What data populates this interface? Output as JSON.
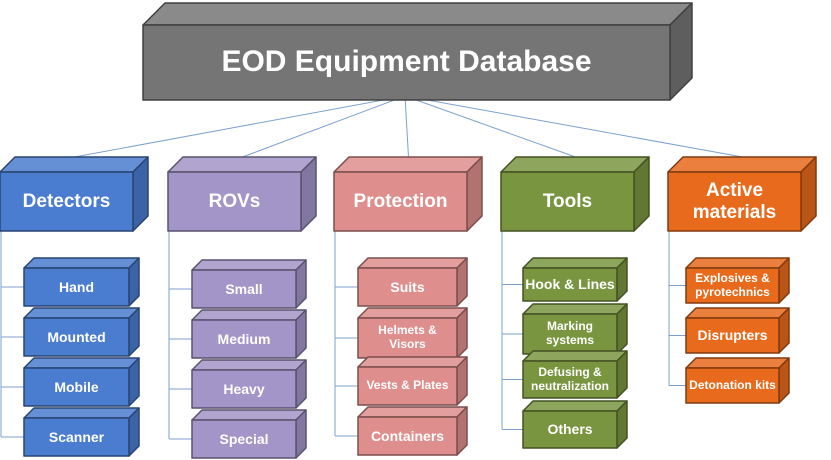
{
  "title": "EOD Equipment Database",
  "colors": {
    "title": "#757575",
    "Detectors": "#4a7ccf",
    "ROVs": "#a395c8",
    "Protection": "#de8e8c",
    "Tools": "#79953f",
    "Active materials": "#e86a1c",
    "connector": "#7ba2cf"
  },
  "categories": [
    {
      "label": "Detectors",
      "items": [
        "Hand",
        "Mounted",
        "Mobile",
        "Scanner"
      ]
    },
    {
      "label": "ROVs",
      "items": [
        "Small",
        "Medium",
        "Heavy",
        "Special"
      ]
    },
    {
      "label": "Protection",
      "items": [
        "Suits",
        "Helmets & Visors",
        "Vests & Plates",
        "Containers"
      ]
    },
    {
      "label": "Tools",
      "items": [
        "Hook & Lines",
        "Marking systems",
        "Defusing & neutralization",
        "Others"
      ]
    },
    {
      "label": "Active materials",
      "items": [
        "Explosives & pyrotechnics",
        "Disrupters",
        "Detonation kits"
      ]
    }
  ]
}
